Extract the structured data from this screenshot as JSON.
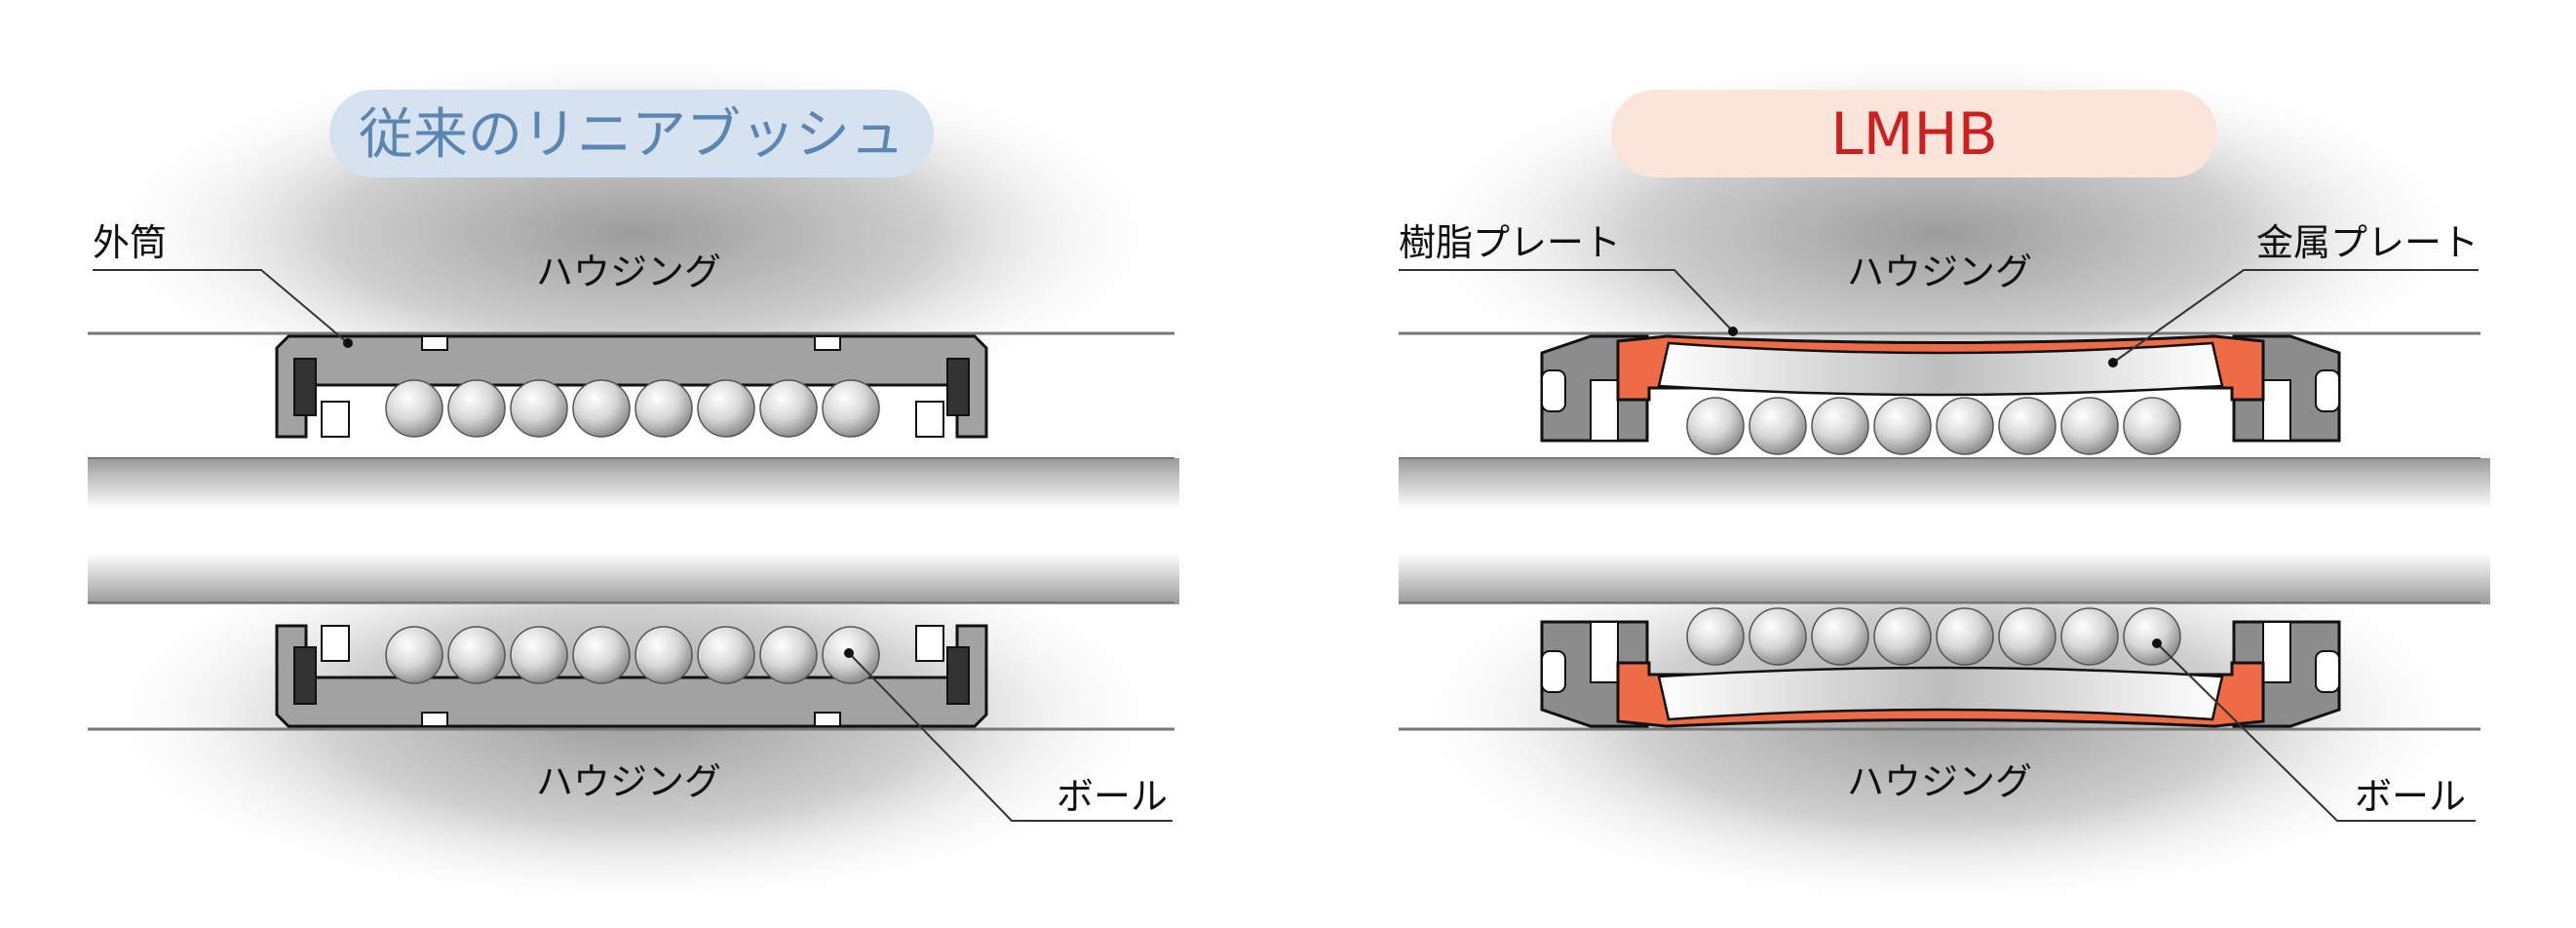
{
  "conventional": {
    "title": "従来のリニアブッシュ",
    "label_housing_top": "ハウジング",
    "label_housing_bottom": "ハウジング",
    "label_outer_cylinder": "外筒",
    "label_ball": "ボール",
    "title_bg_color": "#d6e2ef",
    "title_text_color": "#5b86b1"
  },
  "lmhb": {
    "title": "LMHB",
    "label_housing_top": "ハウジング",
    "label_housing_bottom": "ハウジング",
    "label_resin_plate": "樹脂プレート",
    "label_metal_plate": "金属プレート",
    "label_ball": "ボール",
    "title_bg_color": "#fbe4da",
    "title_text_color": "#cc1f1f",
    "resin_color": "#ee6b45"
  },
  "balls_per_row": 8
}
